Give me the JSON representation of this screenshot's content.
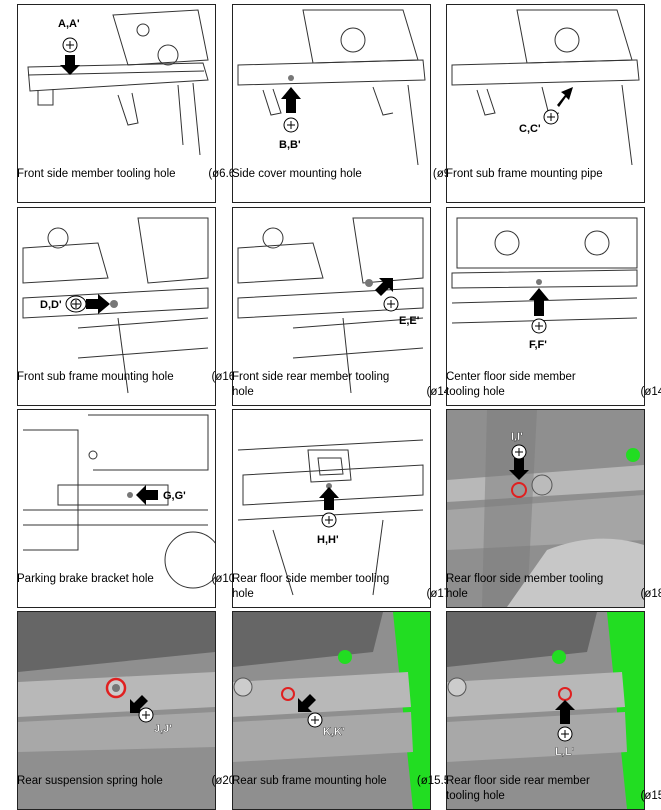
{
  "cells": [
    {
      "callout": "A,A'",
      "title": "Front side member tooling hole",
      "dia": "(ø6.6)"
    },
    {
      "callout": "B,B'",
      "title": "Side cover mounting hole",
      "dia": "(ø9)"
    },
    {
      "callout": "C,C'",
      "title": "Front sub frame mounting pipe",
      "dia": ""
    },
    {
      "callout": "D,D'",
      "title": "Front sub frame mounting hole",
      "dia": "(ø16)"
    },
    {
      "callout": "E,E'",
      "title": "Front side rear member tooling hole",
      "dia": "(ø14)"
    },
    {
      "callout": "F,F'",
      "title": "Center floor side member tooling hole",
      "dia": "(ø14)"
    },
    {
      "callout": "G,G'",
      "title": "Parking brake bracket hole",
      "dia": "(ø10)"
    },
    {
      "callout": "H,H'",
      "title": "Rear floor side member tooling hole",
      "dia": "(ø17)"
    },
    {
      "callout": "I,I'",
      "title": "Rear floor side member tooling hole",
      "dia": "(ø18)"
    },
    {
      "callout": "J,J'",
      "title": "Rear suspension spring hole",
      "dia": "(ø20)"
    },
    {
      "callout": "K,K'",
      "title": "Rear sub frame mounting hole",
      "dia": "(ø15.5)"
    },
    {
      "callout": "L,L'",
      "title": "Rear floor side rear member tooling hole",
      "dia": "(ø15)"
    }
  ],
  "colors": {
    "highlight": "#e02020",
    "green": "#22dd22",
    "photo_gray": "#9a9a9a"
  }
}
